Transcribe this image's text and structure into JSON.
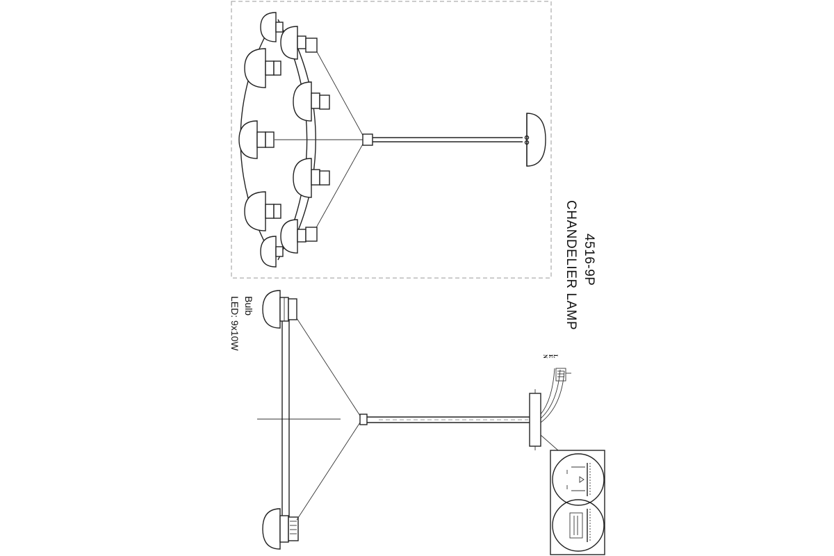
{
  "drawing": {
    "model": "4516-9P",
    "product": "CHANDELIER  LAMP",
    "bulb_label": "Bulb",
    "bulb_spec": "LED: 9x10W",
    "wire_labels": [
      "L",
      "E",
      "N"
    ]
  }
}
